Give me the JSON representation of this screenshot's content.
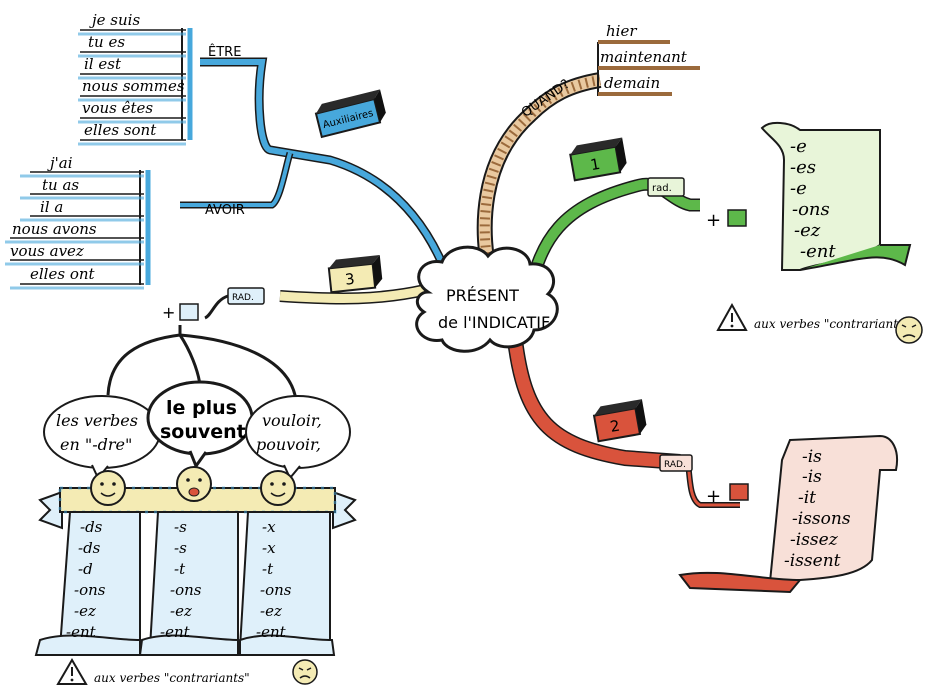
{
  "center": {
    "line1": "PRÉSENT",
    "line2": "de l'INDICATIF"
  },
  "etre": {
    "label": "ÊTRE",
    "forms": [
      "je suis",
      "tu es",
      "il est",
      "nous sommes",
      "vous êtes",
      "elles sont"
    ]
  },
  "avoir": {
    "label": "AVOIR",
    "forms": [
      "j'ai",
      "tu as",
      "il a",
      "nous avons",
      "vous avez",
      "elles ont"
    ]
  },
  "auxiliaires": {
    "label": "Auxiliaires"
  },
  "quand": {
    "label": "QUAND?",
    "items": [
      "hier",
      "maintenant",
      "demain"
    ]
  },
  "group1": {
    "number": "1",
    "rad": "rad.",
    "plus": "+",
    "endings": [
      "-e",
      "-es",
      "-e",
      "-ons",
      "-ez",
      "-ent"
    ],
    "warning": "aux verbes \"contrariants\""
  },
  "group2": {
    "number": "2",
    "rad": "RAD.",
    "plus": "+",
    "endings": [
      "-is",
      "-is",
      "-it",
      "-issons",
      "-issez",
      "-issent"
    ]
  },
  "group3": {
    "number": "3",
    "rad": "RAD.",
    "plus": "+",
    "bubbles": [
      {
        "lines": [
          "les verbes",
          "en \"-dre\""
        ]
      },
      {
        "lines": [
          "le plus",
          "souvent"
        ]
      },
      {
        "lines": [
          "vouloir,",
          "pouvoir,"
        ]
      }
    ],
    "columns": [
      [
        "-ds",
        "-ds",
        "-d",
        "-ons",
        "-ez",
        "-ent"
      ],
      [
        "-s",
        "-s",
        "-t",
        "-ons",
        "-ez",
        "-ent"
      ],
      [
        "-x",
        "-x",
        "-t",
        "-ons",
        "-ez",
        "-ent"
      ]
    ],
    "warning": "aux verbes \"contrariants\""
  },
  "colors": {
    "blue": "#47a8dc",
    "green": "#5db84a",
    "red": "#d9533c",
    "brown": "#9b6a3c",
    "lightblue": "#dff0fa",
    "yellow": "#f4ebb4",
    "green_scroll": "#e8f5d9",
    "red_scroll": "#f8e0d8"
  }
}
